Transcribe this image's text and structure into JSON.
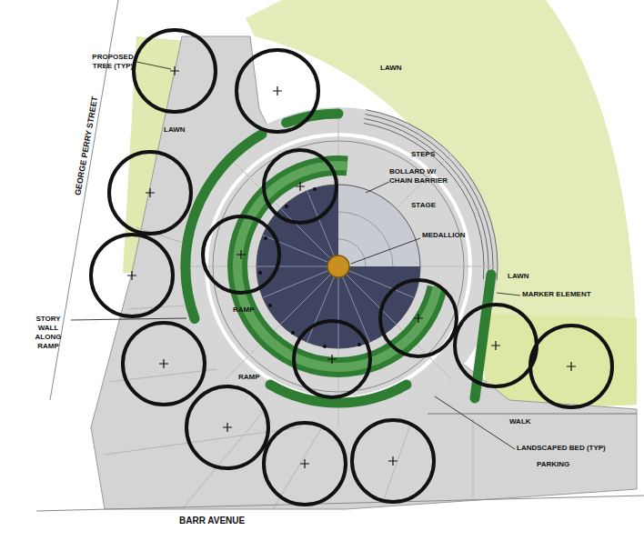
{
  "diagram": {
    "labels": [
      "PROPOSED TREE (TYP)",
      "LAWN",
      "LAWN",
      "GEORGE PERRY STREET",
      "STEPS",
      "BOLLARD W/ CHAIN BARRIER",
      "STAGE",
      "MEDALLION",
      "LAWN",
      "MARKER ELEMENT",
      "STORY WALL ALONG RAMP",
      "RAMP",
      "RAMP",
      "WALK",
      "LANDSCAPED BED (TYP)",
      "PARKING",
      "BARR AVENUE"
    ]
  }
}
